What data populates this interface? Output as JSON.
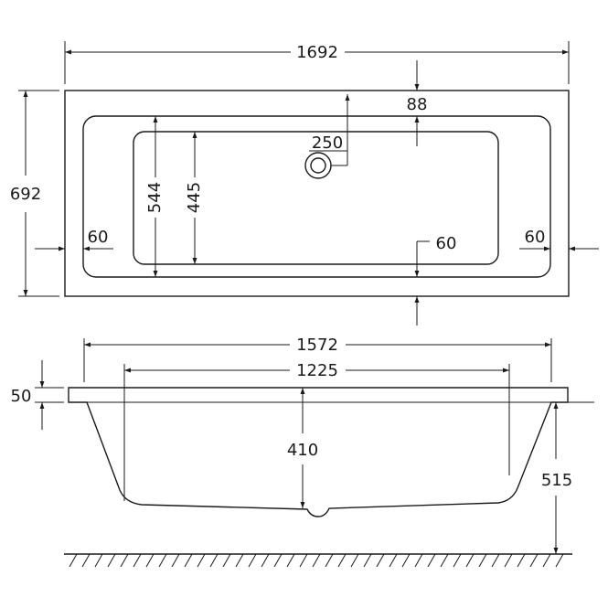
{
  "drawing": {
    "plan_view": {
      "overall_length": "1692",
      "overall_width": "692",
      "rim_inner_width": "544",
      "base_width": "445",
      "waste_offset": "250",
      "rim_to_base_end": "88",
      "left_rim": "60",
      "right_rim": "60",
      "front_rim": "60"
    },
    "side_view": {
      "top_length": "1572",
      "base_length": "1225",
      "rim_thickness": "50",
      "depth": "410",
      "overall_height": "515"
    }
  }
}
